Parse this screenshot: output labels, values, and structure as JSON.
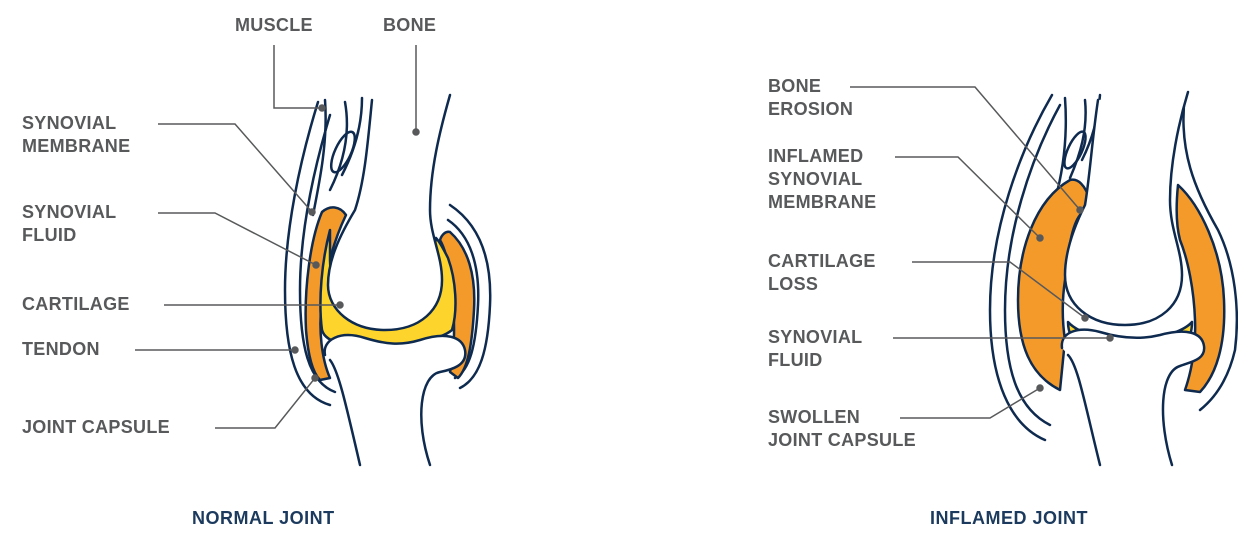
{
  "colors": {
    "outline": "#0e2a4f",
    "fluid_yellow": "#fcd42c",
    "inflamed_orange": "#f39a2b",
    "label_gray": "#58595b",
    "title_navy": "#1b3a5e"
  },
  "normal": {
    "title": "NORMAL JOINT",
    "labels": {
      "muscle": "MUSCLE",
      "bone": "BONE",
      "synovial_membrane": "SYNOVIAL\nMEMBRANE",
      "synovial_fluid": "SYNOVIAL\nFLUID",
      "cartilage": "CARTILAGE",
      "tendon": "TENDON",
      "joint_capsule": "JOINT CAPSULE"
    }
  },
  "inflamed": {
    "title": "INFLAMED JOINT",
    "labels": {
      "bone_erosion": "BONE\nEROSION",
      "inflamed_synovial_membrane": "INFLAMED\nSYNOVIAL\nMEMBRANE",
      "cartilage_loss": "CARTILAGE\nLOSS",
      "synovial_fluid": "SYNOVIAL\nFLUID",
      "swollen_joint_capsule": "SWOLLEN\nJOINT CAPSULE"
    }
  }
}
